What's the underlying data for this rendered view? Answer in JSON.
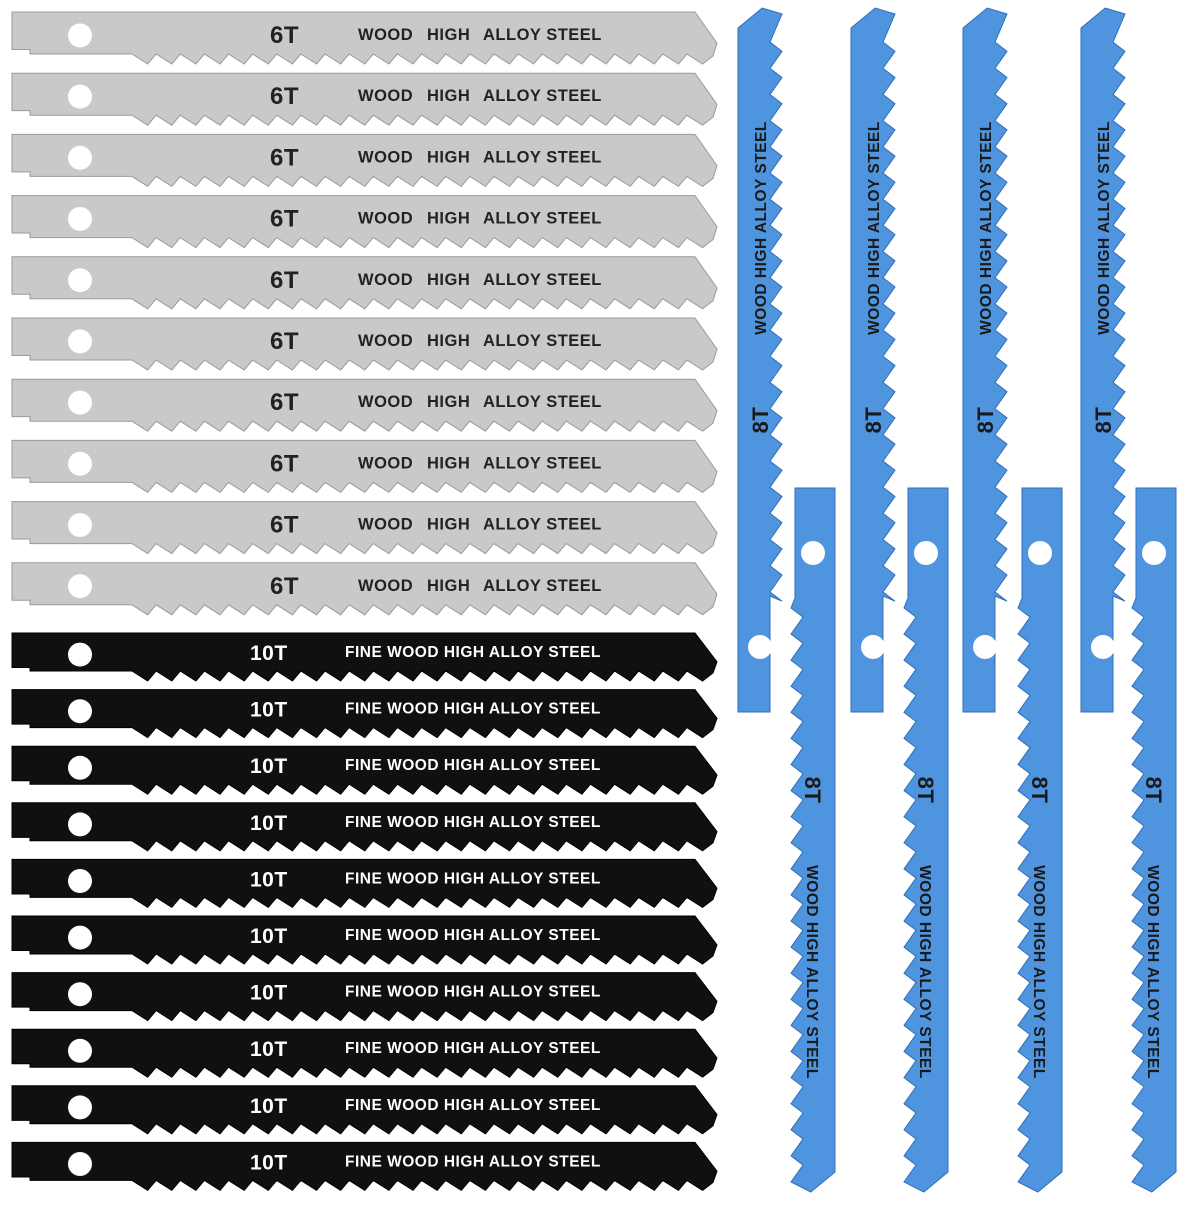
{
  "product": {
    "blade_groups": [
      {
        "id": "silver",
        "count": 10,
        "tooth_label": "6T",
        "material_words": [
          "WOOD",
          "HIGH",
          "ALLOY STEEL"
        ],
        "body_color": "#c9c9c9",
        "text_color": "#222222",
        "orientation": "horizontal"
      },
      {
        "id": "black",
        "count": 10,
        "tooth_label": "10T",
        "material_words": [
          "FINE WOOD HIGH ALLOY STEEL"
        ],
        "body_color": "#101010",
        "text_color": "#ffffff",
        "orientation": "horizontal"
      },
      {
        "id": "blue",
        "count": 8,
        "tooth_label": "8T",
        "material_words": [
          "WOOD HIGH ALLOY STEEL"
        ],
        "body_color": "#4f94de",
        "text_color": "#1a1a1a",
        "orientation": "vertical"
      }
    ],
    "background_color": "#ffffff"
  }
}
